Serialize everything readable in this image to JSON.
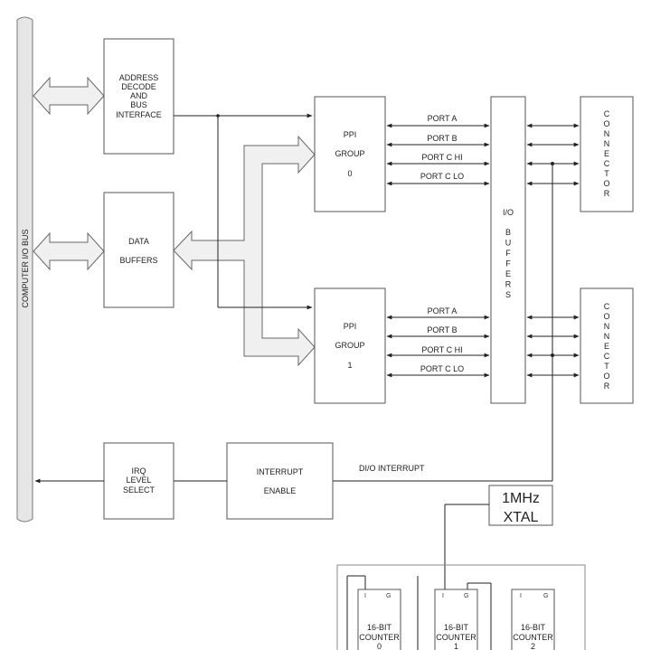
{
  "bus_label": "COMPUTER I/O BUS",
  "address_block": [
    "ADDRESS",
    "DECODE",
    "AND",
    "BUS",
    "INTERFACE"
  ],
  "data_buffers": [
    "DATA",
    "BUFFERS"
  ],
  "ppi_groups": [
    {
      "lines": [
        "PPI",
        "GROUP",
        "0"
      ]
    },
    {
      "lines": [
        "PPI",
        "GROUP",
        "1"
      ]
    }
  ],
  "port_labels": [
    "PORT A",
    "PORT B",
    "PORT C HI",
    "PORT C LO"
  ],
  "io_buffers_title": "I/O",
  "io_buffers_word": "BUFFERS",
  "connector_word": "CONNECTOR",
  "irq_block": [
    "IRQ",
    "LEVEL",
    "SELECT"
  ],
  "interrupt_block": [
    "INTERRUPT",
    "ENABLE"
  ],
  "dio_interrupt_label": "DI/O INTERRUPT",
  "xtal_lines": [
    "1MHz",
    "XTAL"
  ],
  "counters": [
    {
      "pins": [
        "I",
        "G"
      ],
      "lines": [
        "16-BIT",
        "COUNTER",
        "0"
      ]
    },
    {
      "pins": [
        "I",
        "G"
      ],
      "lines": [
        "16-BIT",
        "COUNTER",
        "1"
      ]
    },
    {
      "pins": [
        "I",
        "G"
      ],
      "lines": [
        "16-BIT",
        "COUNTER",
        "2"
      ]
    }
  ]
}
